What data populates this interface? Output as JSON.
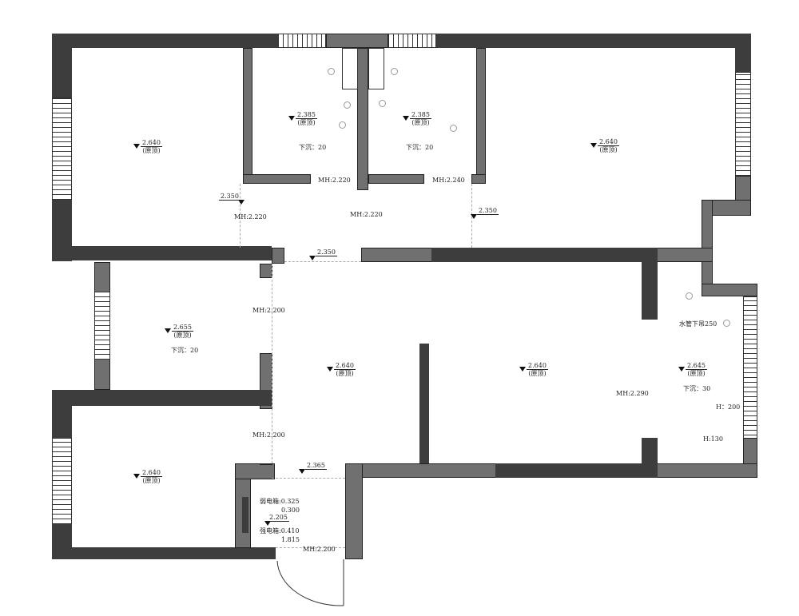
{
  "rooms": [
    {
      "level": "2.640",
      "note": "(原顶)"
    },
    {
      "level": "2.385",
      "note": "(原顶)",
      "sink": "下沉：20"
    },
    {
      "level": "2.385",
      "note": "(原顶)",
      "sink": "下沉：20"
    },
    {
      "level": "2.640",
      "note": "(原顶)"
    },
    {
      "level": "2.655",
      "note": "(原顶)",
      "sink": "下沉：20"
    },
    {
      "level": "2.640",
      "note": "(原顶)"
    },
    {
      "level": "2.640",
      "note": "(原顶)"
    },
    {
      "level": "2.645",
      "note": "(原顶)",
      "sink": "下沉：30"
    },
    {
      "level": "2.640",
      "note": "(原顶)"
    }
  ],
  "levels": [
    "2.350",
    "2.350",
    "2.350",
    "2.365",
    "2.205"
  ],
  "door_heights": [
    "MH:2.220",
    "MH:2.240",
    "MH:2.220",
    "MH:2.220",
    "MH:2.200",
    "MH:2.200",
    "MH:2.290",
    "MH:2.200"
  ],
  "notes": {
    "pipe": "水管下吊250",
    "h200": "H：200",
    "h130": "H:130",
    "weak_box": "弱电箱:0.325",
    "weak_val": "0.300",
    "strong_box": "强电箱:0.410",
    "strong_val": "1.815"
  }
}
